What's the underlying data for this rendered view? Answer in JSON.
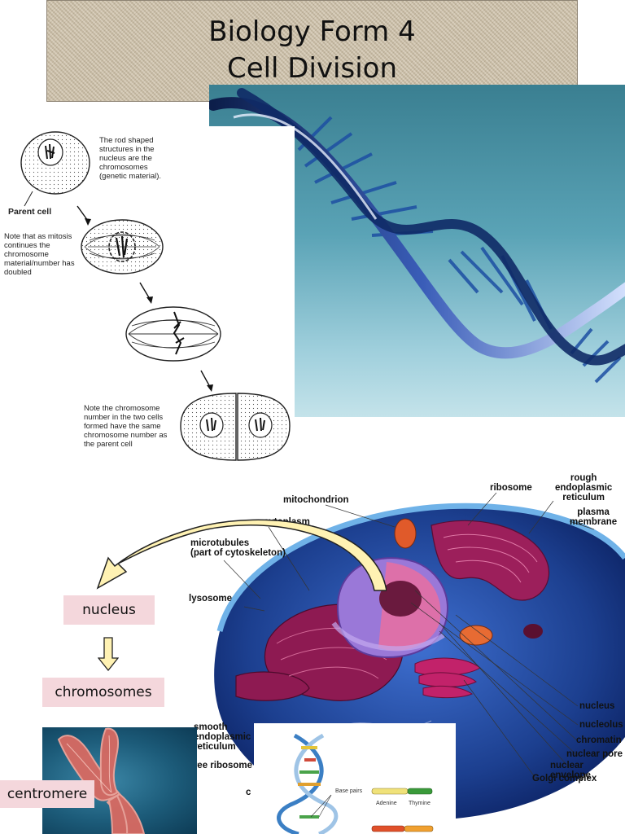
{
  "title": {
    "line1": "Biology Form 4",
    "line2": "Cell Division"
  },
  "mitosis": {
    "note_chromosomes": [
      "The rod shaped",
      "structures in the",
      "nucleus are the",
      "chromosomes",
      "(genetic material)."
    ],
    "parent_cell_label": "Parent cell",
    "note_doubled": [
      "Note that as mitosis",
      "continues the",
      "chromosome",
      "material/number has",
      "doubled"
    ],
    "note_same": [
      "Note the chromosome",
      "number in the two cells",
      "formed have the same",
      "chromosome number as",
      "the parent cell"
    ]
  },
  "cell_labels": {
    "mitochondrion": "mitochondrion",
    "ribosome": "ribosome",
    "rough_er": [
      "rough",
      "endoplasmic",
      "reticulum"
    ],
    "plasma_membrane": [
      "plasma",
      "membrane"
    ],
    "cytoplasm": "cytoplasm",
    "microtubules": [
      "microtubules",
      "(part of cytoskeleton)"
    ],
    "lysosome": "lysosome",
    "smooth_er": [
      "smooth",
      "endoplasmic",
      "reticulum"
    ],
    "free_ribosome": "free ribosome",
    "nucleus": "nucleus",
    "nucleolus": "nucleolus",
    "chromatin": "chromatin",
    "nuclear_pore": "nuclear pore",
    "nuclear_envelope": "nuclear envelope",
    "golgi": "Golgi complex",
    "c": "c"
  },
  "concepts": {
    "nucleus": "nucleus",
    "chromosomes": "chromosomes",
    "centromere": "centromere"
  },
  "base_pairs": {
    "label": "Base pairs",
    "adenine": "Adenine",
    "thymine": "Thymine"
  },
  "colors": {
    "banner": "#cdbfa6",
    "concept_box": "#f4d7dc",
    "cell_blue": "#1c3f8f",
    "cell_magenta": "#9c1f5b",
    "arrow_fill": "#fff2b3"
  }
}
